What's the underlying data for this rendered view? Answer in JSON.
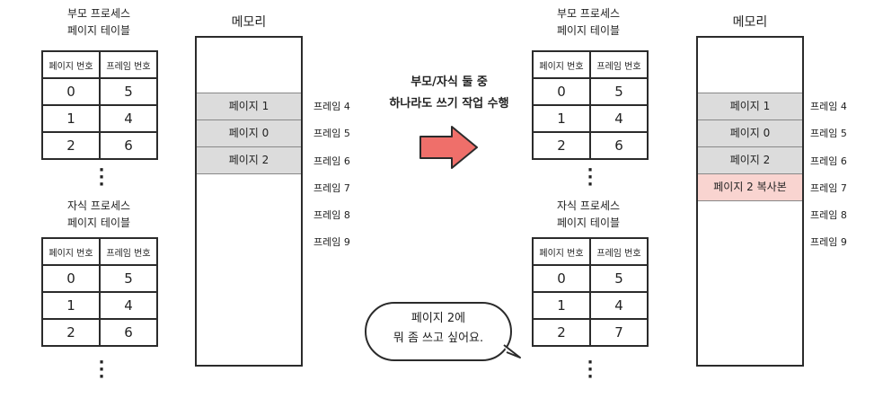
{
  "left": {
    "parent_title": [
      "부모 프로세스",
      "페이지 테이블"
    ],
    "child_title": [
      "자식 프로세스",
      "페이지 테이블"
    ],
    "headers": [
      "페이지 번호",
      "프레임 번호"
    ],
    "parent_rows": [
      [
        "0",
        "5"
      ],
      [
        "1",
        "4"
      ],
      [
        "2",
        "6"
      ]
    ],
    "child_rows": [
      [
        "0",
        "5"
      ],
      [
        "1",
        "4"
      ],
      [
        "2",
        "6"
      ]
    ],
    "memory_title": "메모리",
    "slots": [
      "페이지 1",
      "페이지 0",
      "페이지 2"
    ],
    "frames": [
      "프레임 4",
      "프레임 5",
      "프레임 6",
      "프레임 7",
      "프레임 8",
      "프레임 9"
    ]
  },
  "middle": {
    "note_line1": "부모/자식 둘 중",
    "note_line2": "하나라도 쓰기 작업 수행",
    "bubble_line1": "페이지 2에",
    "bubble_line2": "뭐 좀 쓰고 싶어요.",
    "arrow_color": "#ef6f6a"
  },
  "right": {
    "parent_title": [
      "부모 프로세스",
      "페이지 테이블"
    ],
    "child_title": [
      "자식 프로세스",
      "페이지 테이블"
    ],
    "headers": [
      "페이지 번호",
      "프레임 번호"
    ],
    "parent_rows": [
      [
        "0",
        "5"
      ],
      [
        "1",
        "4"
      ],
      [
        "2",
        "6"
      ]
    ],
    "child_rows": [
      [
        "0",
        "5"
      ],
      [
        "1",
        "4"
      ],
      [
        "2",
        "7"
      ]
    ],
    "memory_title": "메모리",
    "slots": [
      "페이지 1",
      "페이지 0",
      "페이지 2",
      "페이지 2 복사본"
    ],
    "frames": [
      "프레임 4",
      "프레임 5",
      "프레임 6",
      "프레임 7",
      "프레임 8",
      "프레임 9"
    ],
    "copy_color": "#f9d4d0"
  }
}
